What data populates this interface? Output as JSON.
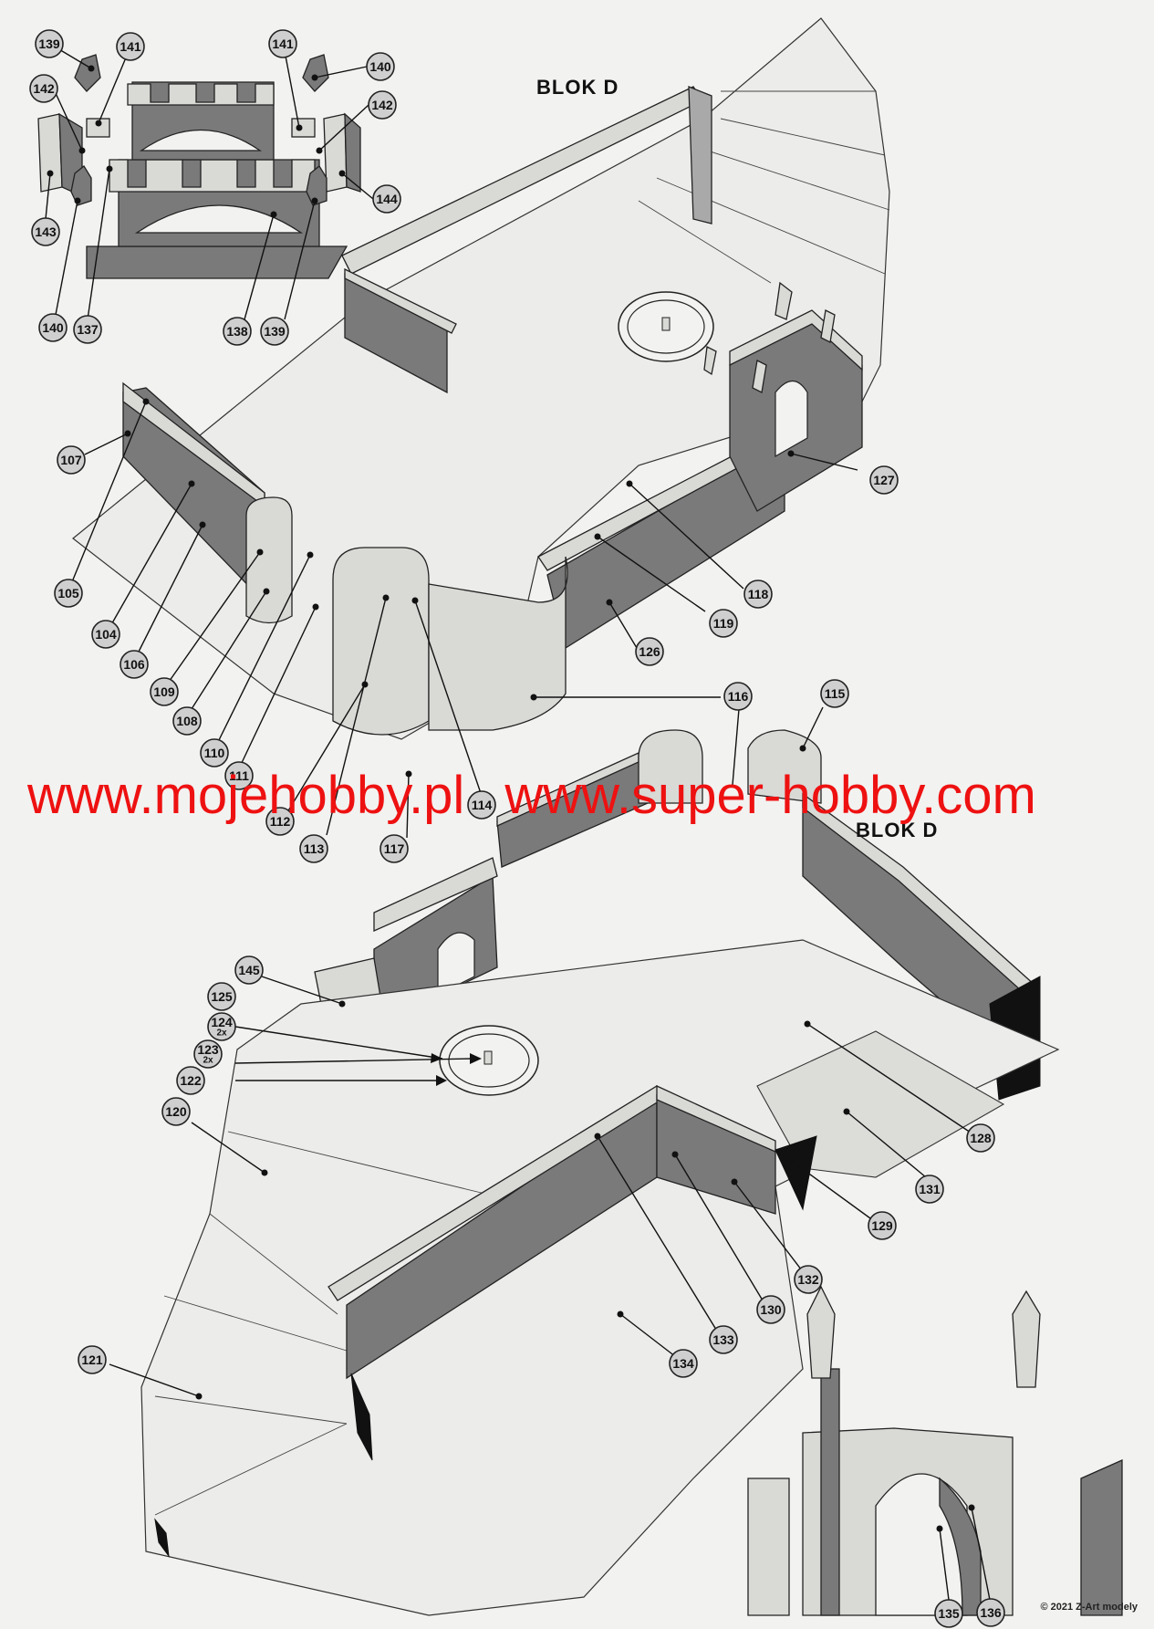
{
  "headings": {
    "blok_top": "BLOK D",
    "blok_middle": "BLOK D"
  },
  "watermark": {
    "left": "www.mojehobby.pl",
    "right": "www.super-hobby.com"
  },
  "copyright": "© 2021 Z-Art modely",
  "callouts": {
    "c139a": "139",
    "c141a": "141",
    "c141b": "141",
    "c140a": "140",
    "c142a": "142",
    "c142b": "142",
    "c144": "144",
    "c143": "143",
    "c140b": "140",
    "c137": "137",
    "c138": "138",
    "c139b": "139",
    "c107": "107",
    "c105": "105",
    "c104": "104",
    "c106": "106",
    "c109": "109",
    "c108": "108",
    "c110": "110",
    "c111": "111",
    "c112": "112",
    "c113": "113",
    "c114": "114",
    "c117": "117",
    "c116": "116",
    "c115": "115",
    "c126": "126",
    "c119": "119",
    "c118": "118",
    "c127": "127",
    "c145": "145",
    "c125": "125",
    "c124": "124",
    "c124_qty": "2x",
    "c123": "123",
    "c123_qty": "2x",
    "c122": "122",
    "c120": "120",
    "c121": "121",
    "c133": "133",
    "c134": "134",
    "c130": "130",
    "c132": "132",
    "c129": "129",
    "c131": "131",
    "c128": "128",
    "c135": "135",
    "c136": "136"
  }
}
